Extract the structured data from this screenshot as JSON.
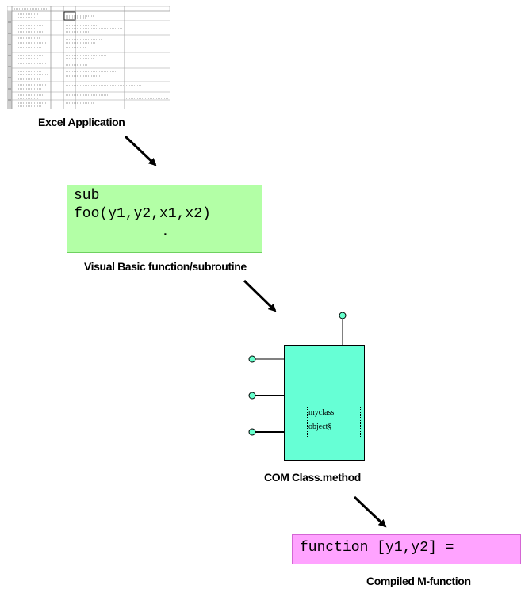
{
  "excel": {
    "caption": "Excel Application"
  },
  "vb": {
    "code_line1": "sub",
    "code_line2": "foo(y1,y2,x1,x2)",
    "code_line3": ".",
    "caption": "Visual Basic function/subroutine",
    "fill_color": "#b3ffa6"
  },
  "com": {
    "inner_line1": "myclass",
    "inner_line2": "object§",
    "caption": "COM Class.method",
    "fill_color": "#66ffd5",
    "port_color": "#66ffcc"
  },
  "mfunction": {
    "code": "function [y1,y2] =",
    "caption": "Compiled M-function",
    "fill_color": "#ffa3ff"
  }
}
